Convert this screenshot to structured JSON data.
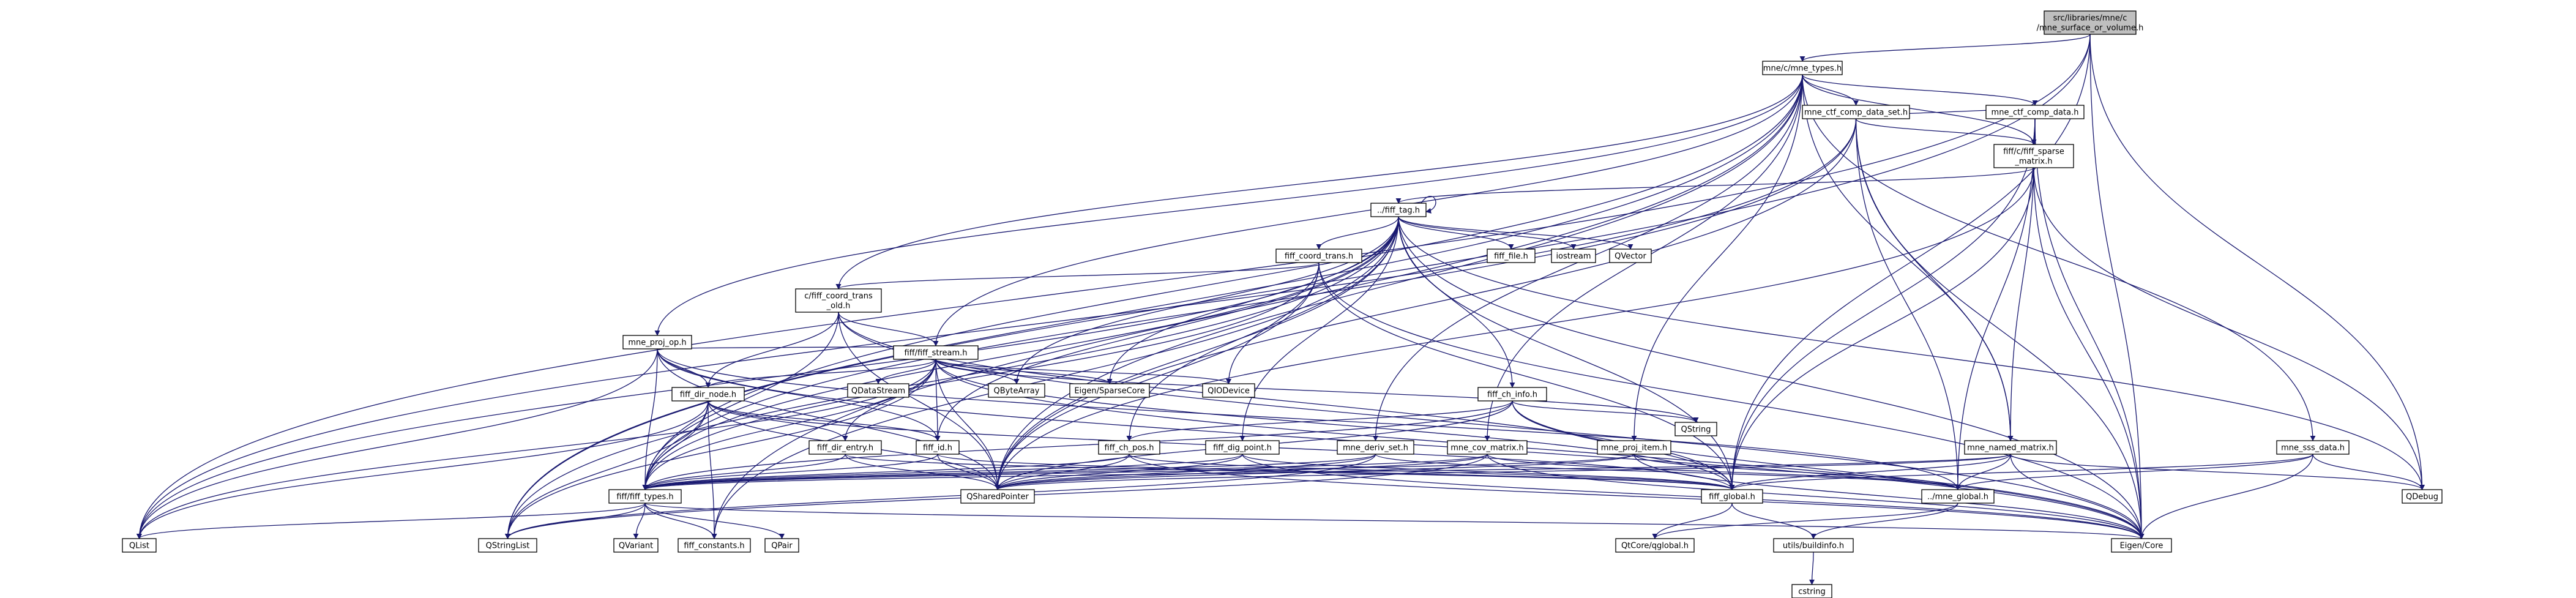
{
  "colors": {
    "edge": "#191970",
    "root_fill": "#bfbfbf",
    "node_fill": "#ffffff",
    "border": "#000000",
    "external_border": "#bfbfbf"
  },
  "nodes": [
    {
      "id": "root",
      "lines": [
        "src/libraries/mne/c",
        "/mne_surface_or_volume.h"
      ],
      "style": "root"
    },
    {
      "id": "mne_types",
      "lines": [
        "mne/c/mne_types.h"
      ],
      "style": "normal"
    },
    {
      "id": "mne_ctf_comp_data_set",
      "lines": [
        "mne_ctf_comp_data_set.h"
      ],
      "style": "normal"
    },
    {
      "id": "mne_ctf_comp_data",
      "lines": [
        "mne_ctf_comp_data.h"
      ],
      "style": "normal"
    },
    {
      "id": "fiff_sparse",
      "lines": [
        "fiff/c/fiff_sparse",
        "_matrix.h"
      ],
      "style": "normal"
    },
    {
      "id": "fiff_tag",
      "lines": [
        "../fiff_tag.h"
      ],
      "style": "normal"
    },
    {
      "id": "fiff_coord_trans",
      "lines": [
        "fiff_coord_trans.h"
      ],
      "style": "normal"
    },
    {
      "id": "fiff_file",
      "lines": [
        "fiff_file.h"
      ],
      "style": "normal"
    },
    {
      "id": "iostream",
      "lines": [
        "iostream"
      ],
      "style": "external"
    },
    {
      "id": "QVector",
      "lines": [
        "QVector"
      ],
      "style": "external"
    },
    {
      "id": "c_fiff_coord_trans_old",
      "lines": [
        "c/fiff_coord_trans",
        "_old.h"
      ],
      "style": "normal"
    },
    {
      "id": "mne_proj_op",
      "lines": [
        "mne_proj_op.h"
      ],
      "style": "normal"
    },
    {
      "id": "fiff_stream",
      "lines": [
        "fiff/fiff_stream.h"
      ],
      "style": "normal"
    },
    {
      "id": "QDataStream",
      "lines": [
        "QDataStream"
      ],
      "style": "external"
    },
    {
      "id": "QByteArray",
      "lines": [
        "QByteArray"
      ],
      "style": "external"
    },
    {
      "id": "Eigen_SparseCore",
      "lines": [
        "Eigen/SparseCore"
      ],
      "style": "external"
    },
    {
      "id": "QIODevice",
      "lines": [
        "QIODevice"
      ],
      "style": "external"
    },
    {
      "id": "fiff_ch_info",
      "lines": [
        "fiff_ch_info.h"
      ],
      "style": "normal"
    },
    {
      "id": "QString",
      "lines": [
        "QString"
      ],
      "style": "external"
    },
    {
      "id": "fiff_dir_node",
      "lines": [
        "fiff_dir_node.h"
      ],
      "style": "normal"
    },
    {
      "id": "fiff_dir_entry",
      "lines": [
        "fiff_dir_entry.h"
      ],
      "style": "normal"
    },
    {
      "id": "fiff_id",
      "lines": [
        "fiff_id.h"
      ],
      "style": "normal"
    },
    {
      "id": "fiff_ch_pos",
      "lines": [
        "fiff_ch_pos.h"
      ],
      "style": "normal"
    },
    {
      "id": "fiff_dig_point",
      "lines": [
        "fiff_dig_point.h"
      ],
      "style": "normal"
    },
    {
      "id": "mne_deriv_set",
      "lines": [
        "mne_deriv_set.h"
      ],
      "style": "normal"
    },
    {
      "id": "mne_cov_matrix",
      "lines": [
        "mne_cov_matrix.h"
      ],
      "style": "normal"
    },
    {
      "id": "mne_proj_item",
      "lines": [
        "mne_proj_item.h"
      ],
      "style": "normal"
    },
    {
      "id": "mne_named_matrix",
      "lines": [
        "mne_named_matrix.h"
      ],
      "style": "normal"
    },
    {
      "id": "mne_sss_data",
      "lines": [
        "mne_sss_data.h"
      ],
      "style": "normal"
    },
    {
      "id": "fiff_types",
      "lines": [
        "fiff/fiff_types.h"
      ],
      "style": "normal"
    },
    {
      "id": "QSharedPointer",
      "lines": [
        "QSharedPointer"
      ],
      "style": "external"
    },
    {
      "id": "fiff_global",
      "lines": [
        "fiff_global.h"
      ],
      "style": "normal"
    },
    {
      "id": "mne_global",
      "lines": [
        "../mne_global.h"
      ],
      "style": "normal"
    },
    {
      "id": "QDebug",
      "lines": [
        "QDebug"
      ],
      "style": "external"
    },
    {
      "id": "QList",
      "lines": [
        "QList"
      ],
      "style": "external"
    },
    {
      "id": "QStringList",
      "lines": [
        "QStringList"
      ],
      "style": "external"
    },
    {
      "id": "QVariant",
      "lines": [
        "QVariant"
      ],
      "style": "external"
    },
    {
      "id": "fiff_constants",
      "lines": [
        "fiff_constants.h"
      ],
      "style": "normal"
    },
    {
      "id": "QPair",
      "lines": [
        "QPair"
      ],
      "style": "external"
    },
    {
      "id": "QtCore_qglobal",
      "lines": [
        "QtCore/qglobal.h"
      ],
      "style": "external"
    },
    {
      "id": "utils_buildinfo",
      "lines": [
        "utils/buildinfo.h"
      ],
      "style": "normal"
    },
    {
      "id": "Eigen_Core",
      "lines": [
        "Eigen/Core"
      ],
      "style": "external"
    },
    {
      "id": "cstring",
      "lines": [
        "cstring"
      ],
      "style": "external"
    }
  ],
  "edges": [
    [
      "root",
      "mne_types"
    ],
    [
      "root",
      "QStringList"
    ],
    [
      "root",
      "QDebug"
    ],
    [
      "root",
      "Eigen_Core"
    ],
    [
      "root",
      "fiff_global"
    ],
    [
      "root",
      "QList"
    ],
    [
      "mne_types",
      "mne_ctf_comp_data_set"
    ],
    [
      "mne_types",
      "mne_ctf_comp_data"
    ],
    [
      "mne_types",
      "fiff_sparse"
    ],
    [
      "mne_types",
      "fiff_stream"
    ],
    [
      "mne_types",
      "c_fiff_coord_trans_old"
    ],
    [
      "mne_types",
      "mne_proj_op"
    ],
    [
      "mne_types",
      "mne_deriv_set"
    ],
    [
      "mne_types",
      "mne_cov_matrix"
    ],
    [
      "mne_types",
      "mne_proj_item"
    ],
    [
      "mne_types",
      "mne_named_matrix"
    ],
    [
      "mne_types",
      "mne_sss_data"
    ],
    [
      "mne_types",
      "fiff_types"
    ],
    [
      "mne_types",
      "QSharedPointer"
    ],
    [
      "mne_types",
      "fiff_constants"
    ],
    [
      "mne_types",
      "QStringList"
    ],
    [
      "mne_ctf_comp_data_set",
      "mne_ctf_comp_data"
    ],
    [
      "mne_ctf_comp_data_set",
      "fiff_sparse"
    ],
    [
      "mne_ctf_comp_data_set",
      "mne_named_matrix"
    ],
    [
      "mne_ctf_comp_data_set",
      "fiff_types"
    ],
    [
      "mne_ctf_comp_data_set",
      "QSharedPointer"
    ],
    [
      "mne_ctf_comp_data_set",
      "mne_global"
    ],
    [
      "mne_ctf_comp_data_set",
      "Eigen_Core"
    ],
    [
      "mne_ctf_comp_data_set",
      "QList"
    ],
    [
      "mne_ctf_comp_data",
      "fiff_sparse"
    ],
    [
      "mne_ctf_comp_data",
      "mne_named_matrix"
    ],
    [
      "mne_ctf_comp_data",
      "mne_global"
    ],
    [
      "mne_ctf_comp_data",
      "fiff_global"
    ],
    [
      "mne_ctf_comp_data",
      "Eigen_Core"
    ],
    [
      "fiff_sparse",
      "fiff_tag"
    ],
    [
      "fiff_sparse",
      "QSharedPointer"
    ],
    [
      "fiff_sparse",
      "fiff_global"
    ],
    [
      "fiff_sparse",
      "QDebug"
    ],
    [
      "fiff_sparse",
      "Eigen_Core"
    ],
    [
      "fiff_tag",
      "fiff_tag"
    ],
    [
      "fiff_tag",
      "fiff_coord_trans"
    ],
    [
      "fiff_tag",
      "fiff_file"
    ],
    [
      "fiff_tag",
      "iostream"
    ],
    [
      "fiff_tag",
      "QVector"
    ],
    [
      "fiff_tag",
      "fiff_ch_info"
    ],
    [
      "fiff_tag",
      "fiff_id"
    ],
    [
      "fiff_tag",
      "fiff_ch_pos"
    ],
    [
      "fiff_tag",
      "fiff_dig_point"
    ],
    [
      "fiff_tag",
      "fiff_types"
    ],
    [
      "fiff_tag",
      "QByteArray"
    ],
    [
      "fiff_tag",
      "Eigen_SparseCore"
    ],
    [
      "fiff_tag",
      "QSharedPointer"
    ],
    [
      "fiff_tag",
      "fiff_global"
    ],
    [
      "fiff_tag",
      "QDebug"
    ],
    [
      "fiff_tag",
      "QList"
    ],
    [
      "fiff_tag",
      "Eigen_Core"
    ],
    [
      "fiff_tag",
      "QStringList"
    ],
    [
      "fiff_tag",
      "fiff_constants"
    ],
    [
      "fiff_coord_trans",
      "c_fiff_coord_trans_old"
    ],
    [
      "fiff_coord_trans",
      "fiff_types"
    ],
    [
      "fiff_coord_trans",
      "QSharedPointer"
    ],
    [
      "fiff_coord_trans",
      "fiff_global"
    ],
    [
      "fiff_coord_trans",
      "Eigen_Core"
    ],
    [
      "fiff_coord_trans",
      "QIODevice"
    ],
    [
      "c_fiff_coord_trans_old",
      "fiff_stream"
    ],
    [
      "c_fiff_coord_trans_old",
      "fiff_dir_node"
    ],
    [
      "c_fiff_coord_trans_old",
      "fiff_types"
    ],
    [
      "c_fiff_coord_trans_old",
      "QSharedPointer"
    ],
    [
      "c_fiff_coord_trans_old",
      "fiff_global"
    ],
    [
      "c_fiff_coord_trans_old",
      "Eigen_Core"
    ],
    [
      "mne_proj_op",
      "fiff_stream"
    ],
    [
      "mne_proj_op",
      "fiff_dir_node"
    ],
    [
      "mne_proj_op",
      "fiff_types"
    ],
    [
      "mne_proj_op",
      "QSharedPointer"
    ],
    [
      "mne_proj_op",
      "QList"
    ],
    [
      "mne_proj_op",
      "mne_global"
    ],
    [
      "mne_proj_op",
      "Eigen_Core"
    ],
    [
      "mne_proj_op",
      "fiff_id"
    ],
    [
      "fiff_stream",
      "QDataStream"
    ],
    [
      "fiff_stream",
      "QByteArray"
    ],
    [
      "fiff_stream",
      "Eigen_SparseCore"
    ],
    [
      "fiff_stream",
      "QIODevice"
    ],
    [
      "fiff_stream",
      "fiff_dir_node"
    ],
    [
      "fiff_stream",
      "fiff_dir_entry"
    ],
    [
      "fiff_stream",
      "fiff_id"
    ],
    [
      "fiff_stream",
      "fiff_types"
    ],
    [
      "fiff_stream",
      "QSharedPointer"
    ],
    [
      "fiff_stream",
      "QString"
    ],
    [
      "fiff_stream",
      "QList"
    ],
    [
      "fiff_stream",
      "QStringList"
    ],
    [
      "fiff_stream",
      "fiff_global"
    ],
    [
      "fiff_stream",
      "Eigen_Core"
    ],
    [
      "fiff_ch_info",
      "fiff_ch_pos"
    ],
    [
      "fiff_ch_info",
      "fiff_types"
    ],
    [
      "fiff_ch_info",
      "QSharedPointer"
    ],
    [
      "fiff_ch_info",
      "QString"
    ],
    [
      "fiff_ch_info",
      "fiff_global"
    ],
    [
      "fiff_ch_info",
      "Eigen_Core"
    ],
    [
      "fiff_dir_node",
      "fiff_dir_entry"
    ],
    [
      "fiff_dir_node",
      "fiff_id"
    ],
    [
      "fiff_dir_node",
      "fiff_types"
    ],
    [
      "fiff_dir_node",
      "QSharedPointer"
    ],
    [
      "fiff_dir_node",
      "QList"
    ],
    [
      "fiff_dir_node",
      "QStringList"
    ],
    [
      "fiff_dir_node",
      "fiff_global"
    ],
    [
      "fiff_dir_node",
      "fiff_constants"
    ],
    [
      "fiff_dir_entry",
      "fiff_types"
    ],
    [
      "fiff_dir_entry",
      "QSharedPointer"
    ],
    [
      "fiff_dir_entry",
      "fiff_global"
    ],
    [
      "fiff_id",
      "fiff_types"
    ],
    [
      "fiff_id",
      "QSharedPointer"
    ],
    [
      "fiff_id",
      "fiff_global"
    ],
    [
      "fiff_ch_pos",
      "fiff_types"
    ],
    [
      "fiff_ch_pos",
      "QSharedPointer"
    ],
    [
      "fiff_ch_pos",
      "fiff_global"
    ],
    [
      "fiff_ch_pos",
      "Eigen_Core"
    ],
    [
      "fiff_dig_point",
      "fiff_types"
    ],
    [
      "fiff_dig_point",
      "QSharedPointer"
    ],
    [
      "fiff_dig_point",
      "fiff_global"
    ],
    [
      "fiff_dig_point",
      "Eigen_Core"
    ],
    [
      "mne_deriv_set",
      "mne_global"
    ],
    [
      "mne_deriv_set",
      "QSharedPointer"
    ],
    [
      "mne_deriv_set",
      "fiff_types"
    ],
    [
      "mne_deriv_set",
      "QStringList"
    ],
    [
      "mne_cov_matrix",
      "mne_global"
    ],
    [
      "mne_cov_matrix",
      "QSharedPointer"
    ],
    [
      "mne_cov_matrix",
      "fiff_types"
    ],
    [
      "mne_cov_matrix",
      "Eigen_Core"
    ],
    [
      "mne_cov_matrix",
      "QStringList"
    ],
    [
      "mne_proj_item",
      "mne_global"
    ],
    [
      "mne_proj_item",
      "QSharedPointer"
    ],
    [
      "mne_proj_item",
      "fiff_types"
    ],
    [
      "mne_proj_item",
      "Eigen_Core"
    ],
    [
      "mne_named_matrix",
      "mne_global"
    ],
    [
      "mne_named_matrix",
      "fiff_global"
    ],
    [
      "mne_named_matrix",
      "QSharedPointer"
    ],
    [
      "mne_named_matrix",
      "QDebug"
    ],
    [
      "mne_named_matrix",
      "Eigen_Core"
    ],
    [
      "mne_named_matrix",
      "fiff_types"
    ],
    [
      "mne_sss_data",
      "mne_global"
    ],
    [
      "mne_sss_data",
      "fiff_global"
    ],
    [
      "mne_sss_data",
      "QDebug"
    ],
    [
      "mne_sss_data",
      "Eigen_Core"
    ],
    [
      "fiff_types",
      "QList"
    ],
    [
      "fiff_types",
      "QStringList"
    ],
    [
      "fiff_types",
      "QVariant"
    ],
    [
      "fiff_types",
      "fiff_constants"
    ],
    [
      "fiff_types",
      "QPair"
    ],
    [
      "fiff_types",
      "Eigen_Core"
    ],
    [
      "fiff_global",
      "QtCore_qglobal"
    ],
    [
      "fiff_global",
      "utils_buildinfo"
    ],
    [
      "mne_global",
      "QtCore_qglobal"
    ],
    [
      "mne_global",
      "utils_buildinfo"
    ],
    [
      "utils_buildinfo",
      "cstring"
    ]
  ]
}
